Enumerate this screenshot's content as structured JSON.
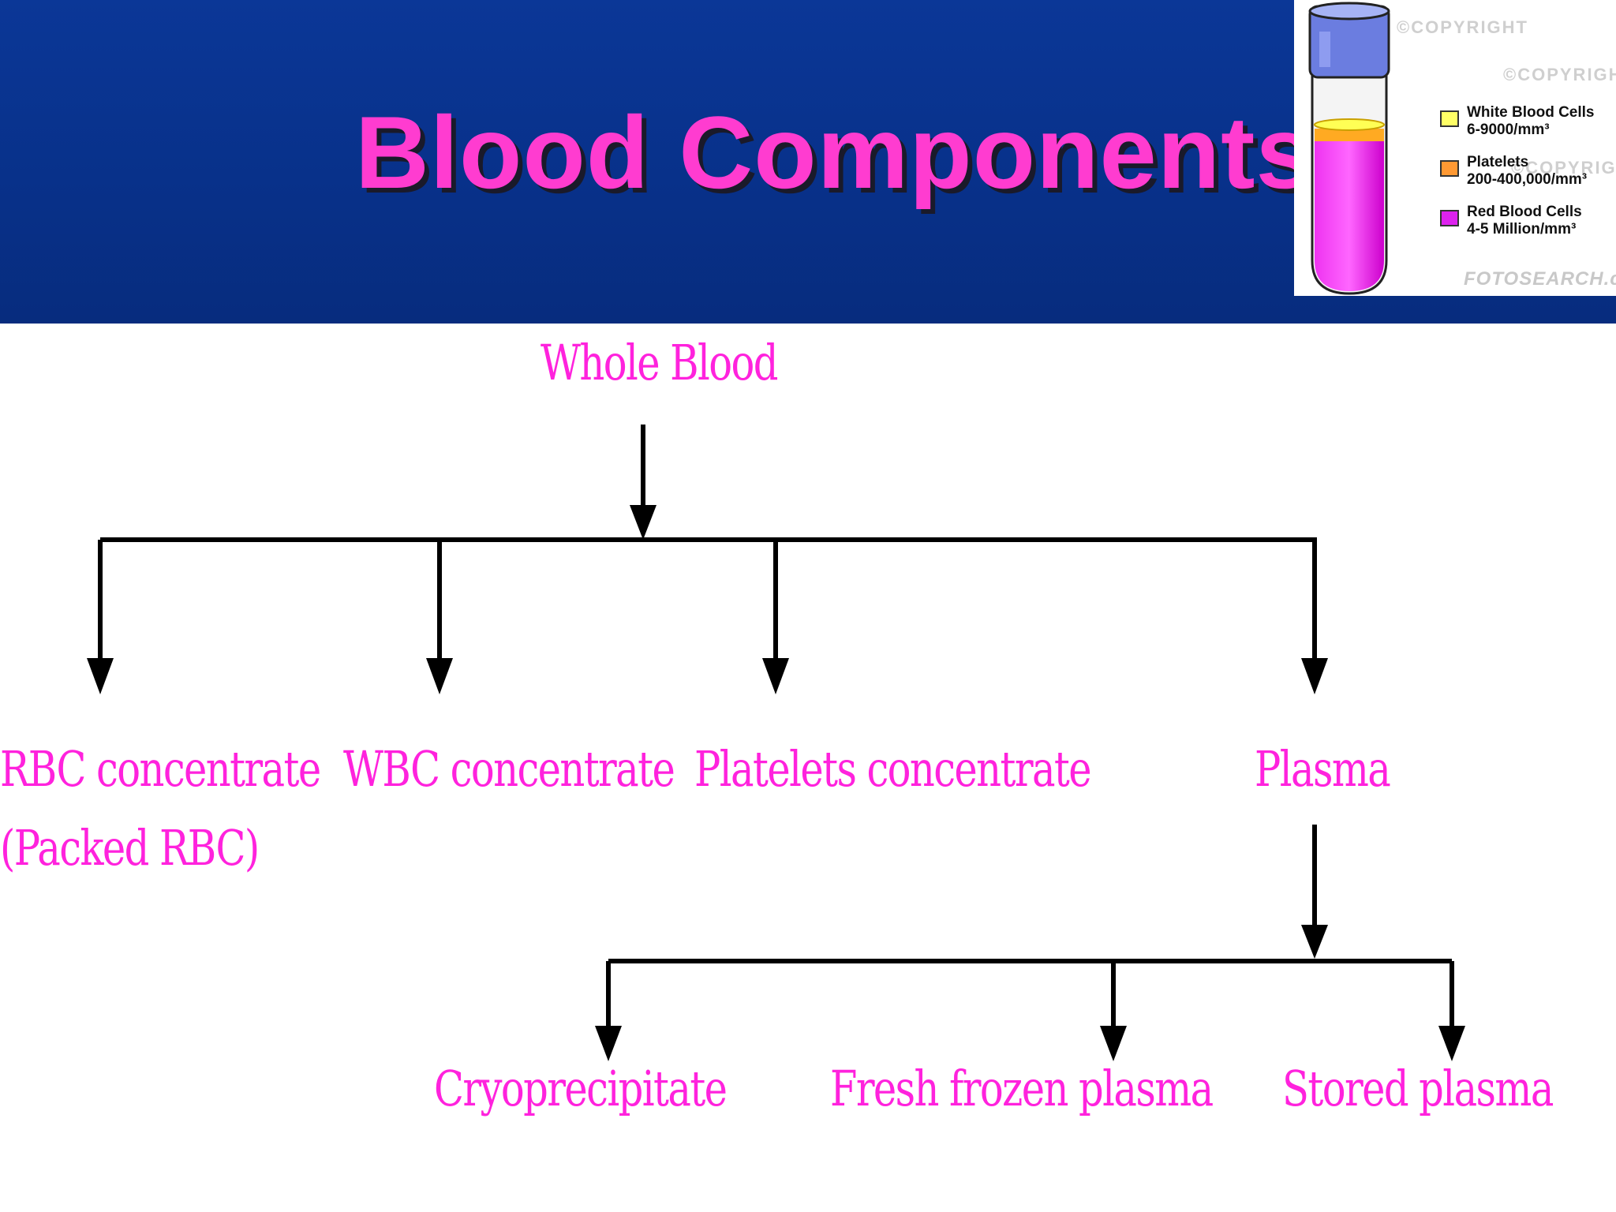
{
  "slide": {
    "title": "Blood Components"
  },
  "tube_figure": {
    "watermark": "©COPYRIGHT",
    "legend": [
      {
        "label": "White Blood Cells",
        "value": "6-9000/mm³",
        "color": "#ffff66"
      },
      {
        "label": "Platelets",
        "value": "200-400,000/mm³",
        "color": "#ff9933"
      },
      {
        "label": "Red Blood Cells",
        "value": "4-5 Million/mm³",
        "color": "#dd22ee"
      }
    ],
    "logo": "FOTOSEARCH.com"
  },
  "diagram": {
    "root": "Whole Blood",
    "level1": [
      {
        "line1": "RBC concentrate",
        "line2": "(Packed RBC)"
      },
      {
        "line1": "WBC concentrate"
      },
      {
        "line1": "Platelets concentrate"
      },
      {
        "line1": "Plasma"
      }
    ],
    "level2": [
      "Cryoprecipitate",
      "Fresh frozen plasma",
      "Stored plasma"
    ]
  }
}
